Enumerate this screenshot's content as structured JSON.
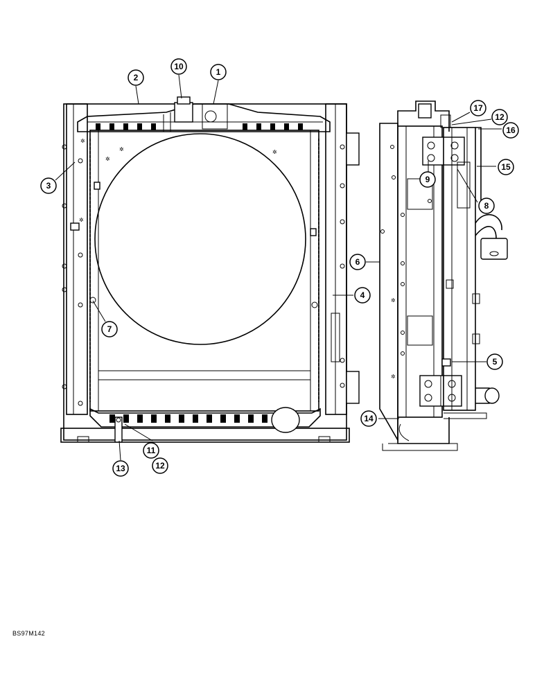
{
  "drawing_code": "BS97M142",
  "callouts": [
    {
      "id": "c1",
      "label": "1"
    },
    {
      "id": "c2",
      "label": "2"
    },
    {
      "id": "c3",
      "label": "3"
    },
    {
      "id": "c4",
      "label": "4"
    },
    {
      "id": "c5",
      "label": "5"
    },
    {
      "id": "c6",
      "label": "6"
    },
    {
      "id": "c7",
      "label": "7"
    },
    {
      "id": "c8",
      "label": "8"
    },
    {
      "id": "c9",
      "label": "9"
    },
    {
      "id": "c10",
      "label": "10"
    },
    {
      "id": "c11",
      "label": "11"
    },
    {
      "id": "c12a",
      "label": "12"
    },
    {
      "id": "c12b",
      "label": "12"
    },
    {
      "id": "c13",
      "label": "13"
    },
    {
      "id": "c14",
      "label": "14"
    },
    {
      "id": "c15",
      "label": "15"
    },
    {
      "id": "c16",
      "label": "16"
    },
    {
      "id": "c17",
      "label": "17"
    }
  ]
}
